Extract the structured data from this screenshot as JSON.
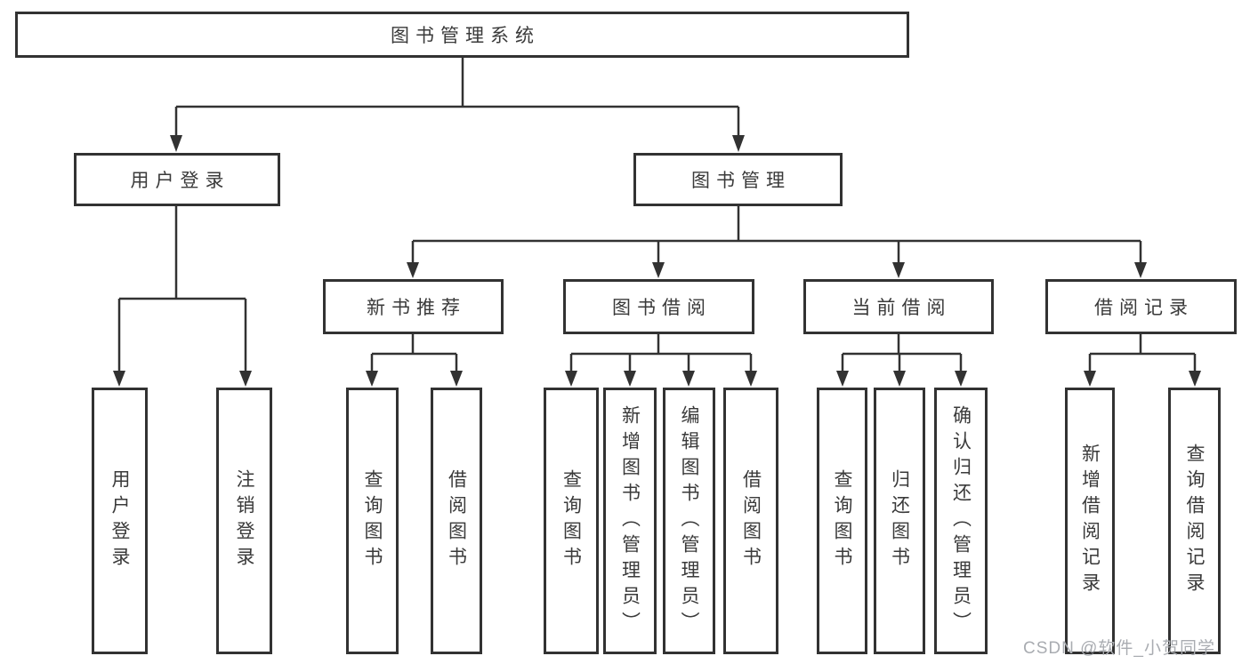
{
  "tree": {
    "label": "图书管理系统",
    "children": [
      {
        "label": "用户登录",
        "children": [
          {
            "label": "用户登录"
          },
          {
            "label": "注销登录"
          }
        ]
      },
      {
        "label": "图书管理",
        "children": [
          {
            "label": "新书推荐",
            "children": [
              {
                "label": "查询图书"
              },
              {
                "label": "借阅图书"
              }
            ]
          },
          {
            "label": "图书借阅",
            "children": [
              {
                "label": "查询图书"
              },
              {
                "label": "新增图书（管理员）"
              },
              {
                "label": "编辑图书（管理员）"
              },
              {
                "label": "借阅图书"
              }
            ]
          },
          {
            "label": "当前借阅",
            "children": [
              {
                "label": "查询图书"
              },
              {
                "label": "归还图书"
              },
              {
                "label": "确认归还（管理员）"
              }
            ]
          },
          {
            "label": "借阅记录",
            "children": [
              {
                "label": "新增借阅记录"
              },
              {
                "label": "查询借阅记录"
              }
            ]
          }
        ]
      }
    ]
  },
  "watermark": {
    "text": "CSDN @软件_小贺同学"
  },
  "colors": {
    "line": "#323232",
    "text": "#3a3a3a",
    "background": "#ffffff",
    "watermark": "#a9acb1"
  }
}
